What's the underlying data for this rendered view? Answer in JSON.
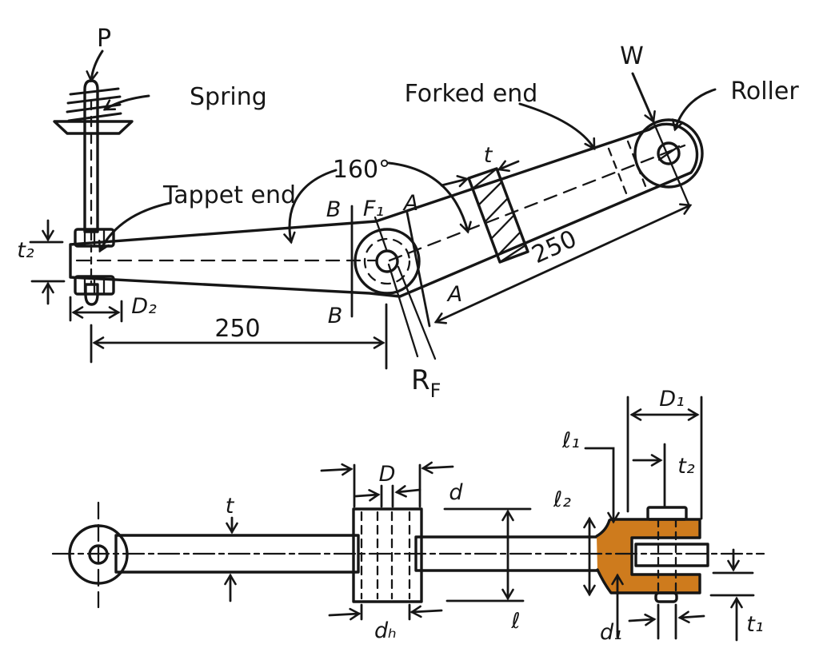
{
  "title": "Rocker arm lever hand sketch",
  "colors": {
    "ink": "#161616",
    "arm_orange": "#CE7B1D",
    "boss_yellow": "#E6D22A",
    "hatch_yellow": "#D6C91F",
    "roller_gray": "#8A8292",
    "pin_gray": "#6C6171",
    "nut_gray": "#7C7484",
    "rod_purple": "#C45CE4",
    "hole_purple": "#CB67E3",
    "flange_blue": "#2EB6E9",
    "background": "#FFFFFF"
  },
  "top_view": {
    "labels": {
      "force_p": "P",
      "spring": "Spring",
      "tappet_end": "Tappet end",
      "angle": "160°",
      "section_b_top": "B",
      "section_b_bottom": "B",
      "fulcrum_force": "F₁",
      "section_a_top": "A",
      "section_a_bottom": "A",
      "web_thickness": "t",
      "load_w": "W",
      "forked_end": "Forked end",
      "roller": "Roller",
      "left_arm_length": "250",
      "right_arm_length": "250",
      "tappet_thickness": "t₂",
      "tappet_width": "D₂",
      "fulcrum_reaction_main": "R",
      "fulcrum_reaction_sub": "F"
    }
  },
  "bottom_view": {
    "labels": {
      "arm_thickness": "t",
      "boss_outer_dia": "D",
      "pin_dia": "d",
      "pin_length": "ℓ",
      "boss_hole_dia": "dₕ",
      "fork_l1": "ℓ₁",
      "fork_l2": "ℓ₂",
      "fork_boss_dia": "D₁",
      "fork_t2": "t₂",
      "roller_pin_dia": "d₁",
      "fork_leg_thickness": "t₁"
    }
  }
}
